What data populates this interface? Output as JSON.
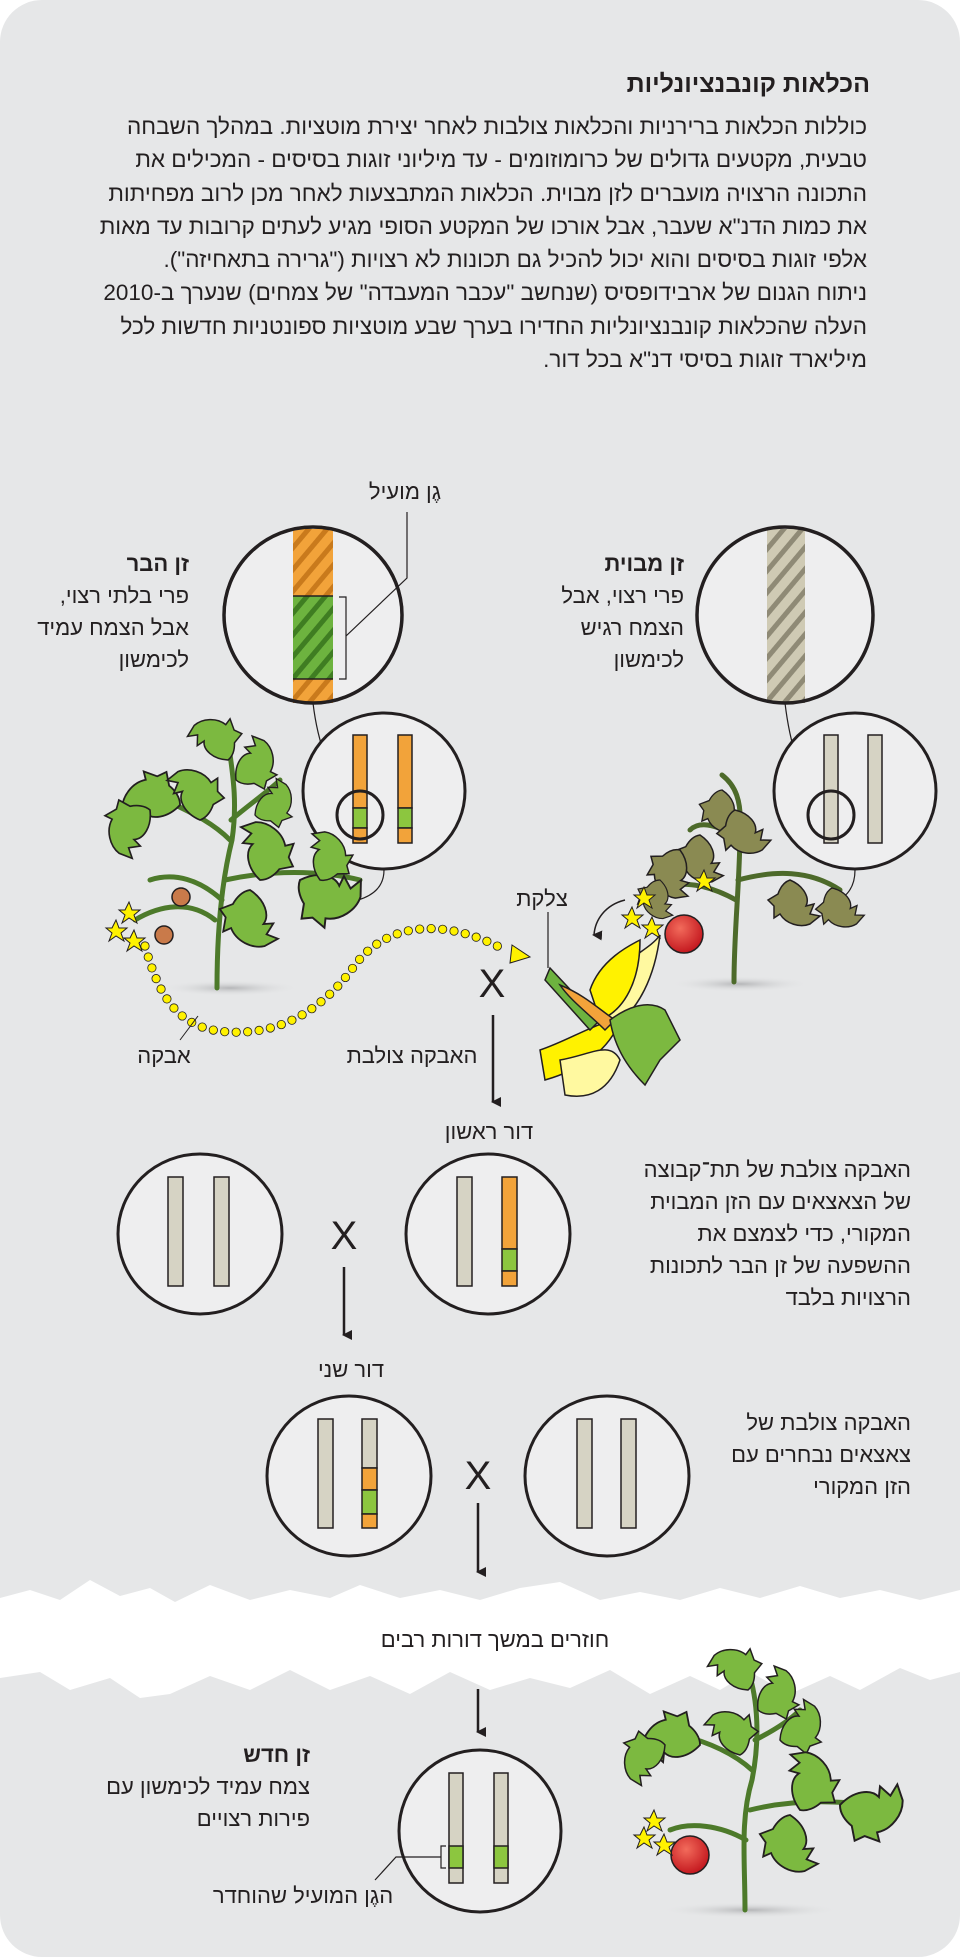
{
  "title": "הכלאות קונבנציונליות",
  "intro_lines": [
    "כוללות הכלאות ברירניות והכלאות צולבות לאחר יצירת מוטציות. במהלך השבחה",
    "טבעית, מקטעים גדולים של כרומוזומים - עד מיליוני זוגות בסיסים - המכילים את",
    "התכונה הרצויה מועברים לזן מבוית. הכלאות המתבצעות לאחר מכן לרוב מפחיתות",
    "את כמות הדנ\"א שעבר, אבל אורכו של המקטע הסופי מגיע לעתים קרובות עד מאות",
    "אלפי זוגות בסיסים והוא יכול להכיל גם תכונות לא רצויות (\"גרירה בתאחיזה\").",
    "ניתוח הגנום של ארבידופסיס (שנחשב \"עכבר המעבדה\" של צמחים) שנערך ב-2010",
    "העלה שהכלאות קונבנציונליות החדירו בערך שבע מוטציות ספונטניות חדשות לכל",
    "מיליארד זוגות בסיסי דנ\"א בכל דור."
  ],
  "beneficial_gene_label": "גֶן מועיל",
  "wild": {
    "title": "זן הבר",
    "lines": [
      "פרי בלתי רצוי,",
      "אבל הצמח עמיד",
      "לכימשון"
    ]
  },
  "domestic": {
    "title": "זן מבוית",
    "lines": [
      "פרי רצוי, אבל",
      "הצמח רגיש",
      "לכימשון"
    ]
  },
  "stigma_label": "צלקת",
  "pollen_label": "אבקה",
  "cross_pollination_label": "האבקה צולבת",
  "cross_symbol": "X",
  "first_generation": {
    "label": "דור ראשון",
    "note_lines": [
      "האבקה צולבת של תת־קבוצה",
      "של הצאצאים עם הזן המבוית",
      "המקורי, כדי לצמצם את",
      "ההשפעה של זן הבר לתכונות",
      "הרצויות בלבד"
    ]
  },
  "second_generation": {
    "label": "דור שני",
    "note_lines": [
      "האבקה צולבת של",
      "צאצאים נבחרים עם",
      "הזן המקורי"
    ]
  },
  "repeat_label": "חוזרים במשך דורות רבים",
  "new_variety": {
    "title": "זן חדש",
    "lines": [
      "צמח עמיד לכימשון עם",
      "פירות רצויים"
    ]
  },
  "introduced_gene_label": "הגֶן המועיל שהוחדר",
  "colors": {
    "background": "#e6e7e8",
    "wild_dna": "#f2a33a",
    "gene": "#8cc63f",
    "domestic_dna": "#d6d3c4",
    "tomato": "#d71f26",
    "pollen": "#fff200",
    "leaf": "#7cb940",
    "wilted_leaf": "#8a8a52"
  }
}
